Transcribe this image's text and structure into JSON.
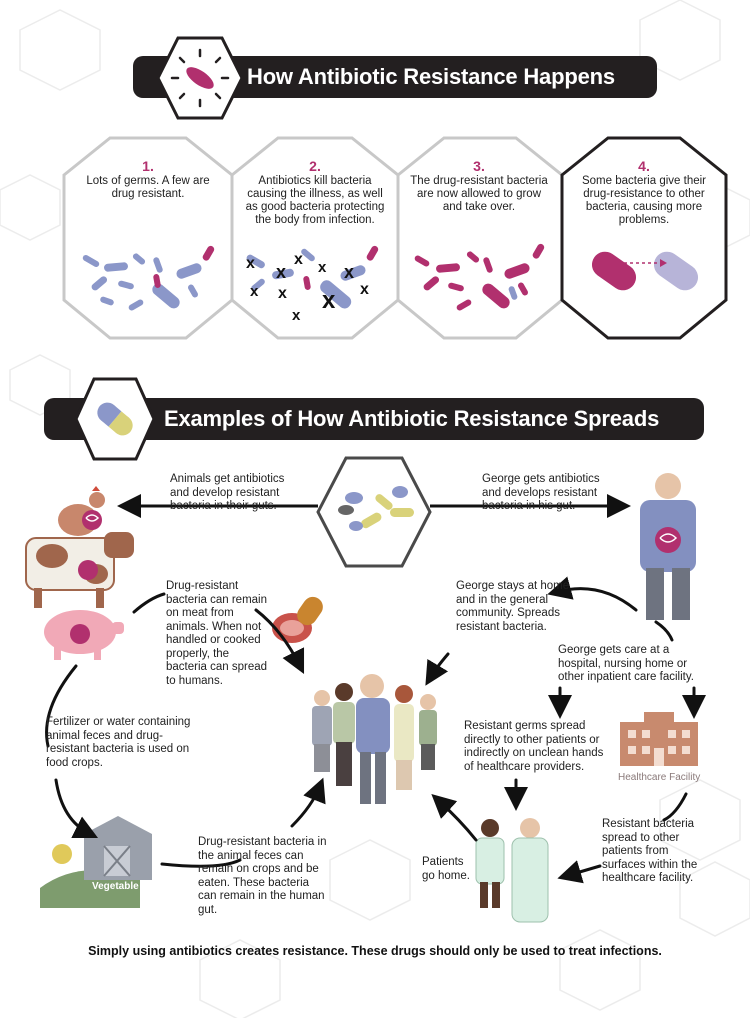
{
  "header1": {
    "title": "How Antibiotic Resistance Happens"
  },
  "steps": [
    {
      "num": "1.",
      "text": "Lots of germs. A few are drug resistant."
    },
    {
      "num": "2.",
      "text": "Antibiotics kill bacteria causing the illness, as well as good bacteria protecting the body from infection."
    },
    {
      "num": "3.",
      "text": "The drug-resistant bacteria are now allowed to grow and take over."
    },
    {
      "num": "4.",
      "text": "Some bacteria give their drug-resistance to other bacteria, causing more problems."
    }
  ],
  "header2": {
    "title": "Examples of How Antibiotic Resistance Spreads"
  },
  "labels": {
    "animals": "Animals get antibiotics and develop resistant bacteria in their guts.",
    "george_gets": "George gets antibiotics and develops resistant bacteria in his gut.",
    "meat": "Drug-resistant bacteria can remain on meat from animals. When not handled or cooked properly, the bacteria can spread to humans.",
    "george_home": "George stays at home and in the general community. Spreads resistant bacteria.",
    "george_care": "George gets care at a hospital, nursing home or other inpatient care facility.",
    "fertilizer": "Fertilizer or water containing animal feces and drug-resistant bacteria is used on food crops.",
    "germs_spread": "Resistant germs spread directly to other patients or indirectly on unclean hands of healthcare providers.",
    "surfaces": "Resistant bacteria spread to other patients from surfaces within the healthcare facility.",
    "feces": "Drug-resistant bacteria in the animal feces can remain on crops and be eaten. These bacteria can remain in the human gut.",
    "patients_home": "Patients go home.",
    "healthcare_facility": "Healthcare Facility",
    "vegetable_farm": "Vegetable Farm"
  },
  "footer": "Simply using antibiotics creates resistance.  These drugs should only be used to treat infections.",
  "colors": {
    "banner": "#231f20",
    "magenta": "#b1306e",
    "blue": "#8b97c9",
    "hex_stroke": "#4a4a4a",
    "shirt": "#8390c0"
  }
}
